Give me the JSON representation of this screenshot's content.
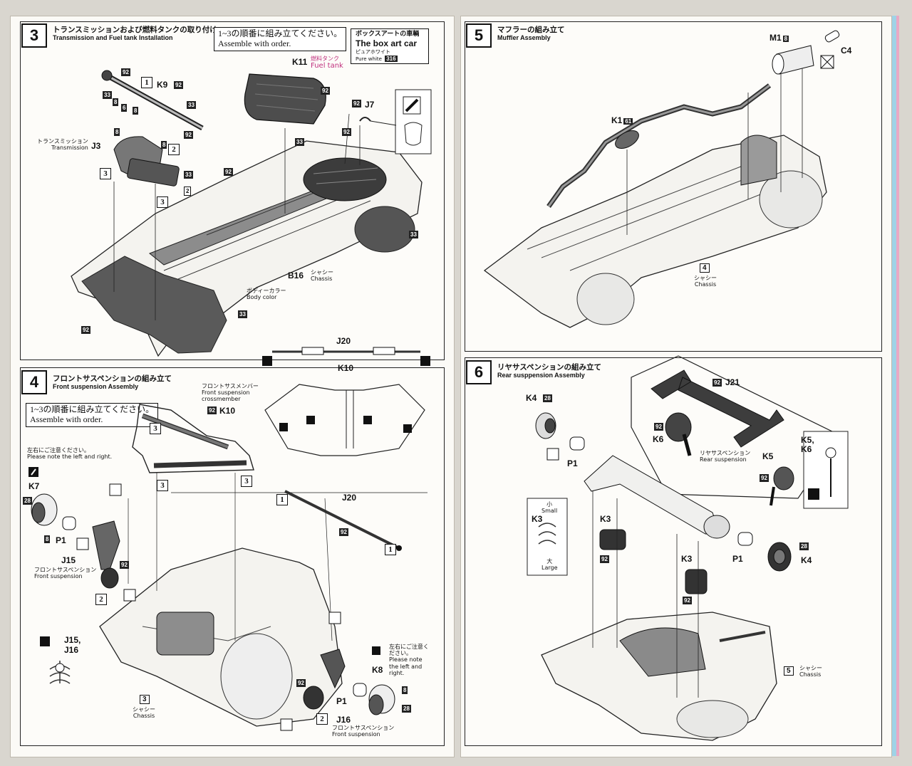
{
  "step3": {
    "number": "3",
    "title_jp": "トランスミッションおよび燃料タンクの取り付け",
    "title_en": "Transmission and Fuel tank Installation",
    "note_jp": "1~3の順番に組み立てください。",
    "note_en": "Assemble with order.",
    "boxart_jp": "ボックスアートの車輌",
    "boxart_en": "The box art car",
    "boxart_color_jp": "ピュアホワイト",
    "boxart_color_en": "Pure white",
    "boxart_code": "316",
    "fueltank_part": "K11",
    "fueltank_jp": "燃料タンク",
    "fueltank_en": "Fuel tank",
    "k9": "K9",
    "j3": "J3",
    "j7": "J7",
    "transmission_jp": "トランスミッション",
    "transmission_en": "Transmission",
    "b16": "B16",
    "chassis_jp": "シャシー",
    "chassis_en": "Chassis",
    "bodycolor_jp": "ボディーカラー",
    "bodycolor_en": "Body color",
    "codes": [
      "92",
      "33",
      "8",
      "6",
      "8",
      "92",
      "33",
      "8",
      "2",
      "8",
      "92",
      "33",
      "92",
      "33",
      "92",
      "92",
      "33",
      "33",
      "92"
    ],
    "steprefs": [
      "1",
      "2",
      "3",
      "3"
    ]
  },
  "step4": {
    "number": "4",
    "title_jp": "フロントサスペンションの組み立て",
    "title_en": "Front suspension Assembly",
    "note_jp": "1~3の順番に組み立てください。",
    "note_en": "Assemble with order.",
    "caution_jp": "左右にご注意ください。",
    "caution_en": "Please note the left and right.",
    "caution2_jp": "左右にご注意ください。",
    "caution2_en": "Please note the left and right.",
    "crossmember_jp": "フロントサスメンバー",
    "crossmember_en": "Front suspension crossmember",
    "k10": "K10",
    "k7": "K7",
    "k8": "K8",
    "p1a": "P1",
    "p1b": "P1",
    "j15": "J15",
    "j16": "J16",
    "j15j16": "J15, J16",
    "j20a": "J20",
    "j20b": "J20",
    "frontsusp_jp": "フロントサスペンション",
    "frontsusp_en": "Front suspension",
    "frontsusp2_jp": "フロントサスペンション",
    "frontsusp2_en": "Front suspension",
    "chassis_ref": "3",
    "chassis_jp": "シャシー",
    "chassis_en": "Chassis",
    "k10_diag": "K10"
  },
  "step5": {
    "number": "5",
    "title_jp": "マフラーの組み立て",
    "title_en": "Muffler Assembly",
    "m1": "M1",
    "m1_code": "8",
    "c4": "C4",
    "k1": "K1",
    "k1_code": "61",
    "chassis_ref": "4",
    "chassis_jp": "シャシー",
    "chassis_en": "Chassis"
  },
  "step6": {
    "number": "6",
    "title_jp": "リヤサスペンションの組み立て",
    "title_en": "Rear susppension Assembly",
    "k4a": "K4",
    "k4b": "K4",
    "k3a": "K3",
    "k3b": "K3",
    "k3c": "K3",
    "k5": "K5",
    "k5k6": "K5, K6",
    "k6": "K6",
    "j21": "J21",
    "p1a": "P1",
    "p1b": "P1",
    "small_jp": "小",
    "small_en": "Small",
    "large_jp": "大",
    "large_en": "Large",
    "rearsusp_jp": "リヤサスペンション",
    "rearsusp_en": "Rear suspension",
    "chassis_ref": "5",
    "chassis_jp": "シャシー",
    "chassis_en": "Chassis"
  },
  "codes": {
    "c92": "92",
    "c33": "33",
    "c8": "8",
    "c6": "6",
    "c2": "2",
    "c28": "28"
  }
}
